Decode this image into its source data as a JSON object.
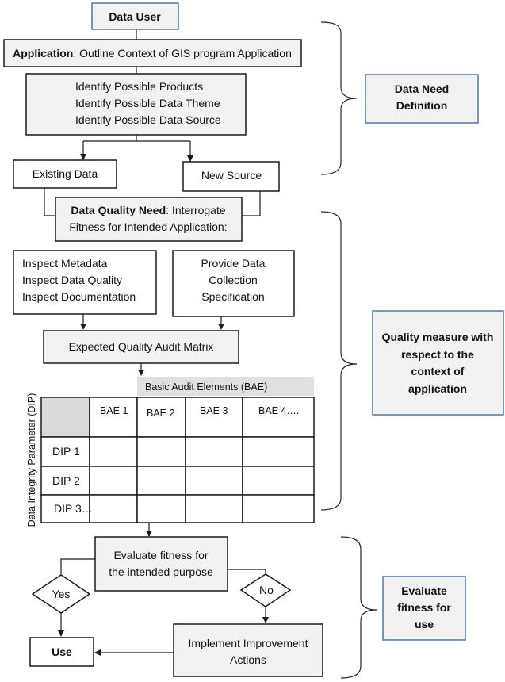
{
  "data_user": "Data User",
  "application": {
    "bold": "Application",
    "rest": ": Outline Context of GIS program Application"
  },
  "identify": [
    "Identify Possible Products",
    "Identify Possible Data Theme",
    "Identify Possible Data Source"
  ],
  "existing_data": "Existing Data",
  "new_source": "New Source",
  "dq_need": {
    "bold": "Data Quality Need",
    "rest": ": Interrogate",
    "line2": "Fitness for Intended Application:"
  },
  "inspect": [
    "Inspect Metadata",
    "Inspect Data Quality",
    "Inspect Documentation"
  ],
  "provide": [
    "Provide Data",
    "Collection",
    "Specification"
  ],
  "audit_matrix": "Expected Quality Audit Matrix",
  "bae_header": "Basic Audit Elements (BAE)",
  "bae_cols": [
    "BAE 1",
    "BAE 2",
    "BAE 3",
    "BAE 4…."
  ],
  "dip_rows": [
    "DIP 1",
    "DIP 2",
    "DIP 3…"
  ],
  "dip_axis": "Data Integrity Parameter (DIP)",
  "evaluate": [
    "Evaluate fitness for",
    "the intended purpose"
  ],
  "yes": "Yes",
  "no": "No",
  "use": "Use",
  "implement": [
    "Implement Improvement",
    "Actions"
  ],
  "side_labels": {
    "data_need": [
      "Data Need",
      "Definition"
    ],
    "quality_measure": [
      "Quality measure with",
      "respect to the",
      "context of",
      "application"
    ],
    "evaluate_fitness": [
      "Evaluate",
      "fitness for",
      "use"
    ]
  }
}
